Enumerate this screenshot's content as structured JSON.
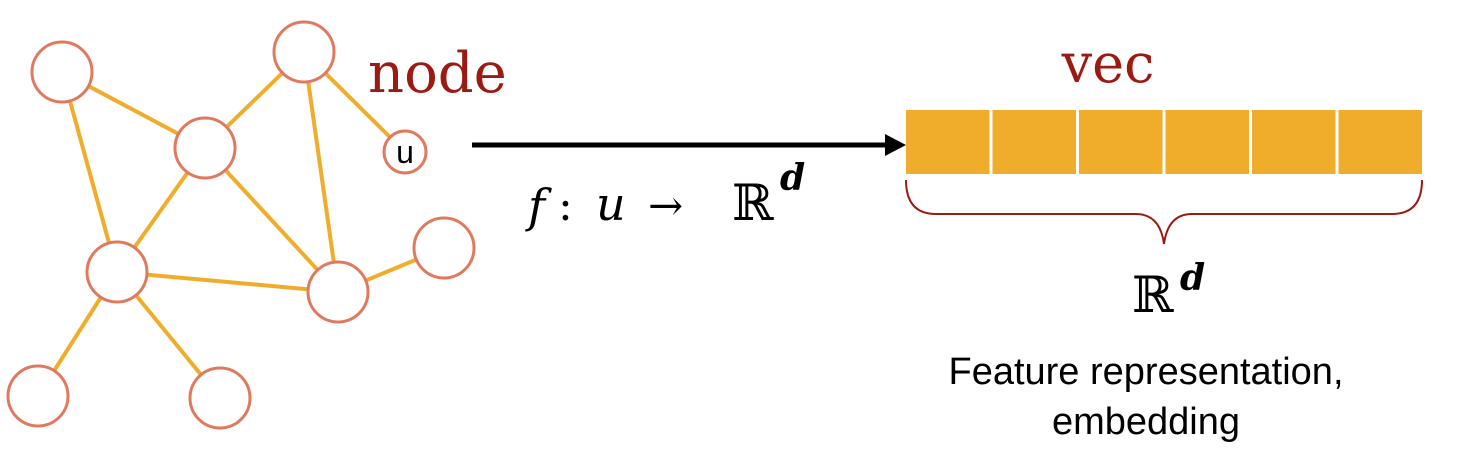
{
  "graph": {
    "node_label": "node",
    "target_node_text": "u",
    "colors": {
      "node_stroke": "#E07A5F",
      "node_fill": "#ffffff",
      "edge": "#EFAD2B",
      "accent_text": "#9B1B14"
    },
    "nodes": [
      {
        "id": "n1"
      },
      {
        "id": "n2"
      },
      {
        "id": "n3"
      },
      {
        "id": "n4"
      },
      {
        "id": "n5"
      },
      {
        "id": "n6"
      },
      {
        "id": "n7"
      },
      {
        "id": "n8"
      },
      {
        "id": "n9"
      }
    ],
    "edges": [
      [
        "n1",
        "n4"
      ],
      [
        "n1",
        "n3"
      ],
      [
        "n2",
        "n3"
      ],
      [
        "n2",
        "n6"
      ],
      [
        "n2",
        "u"
      ],
      [
        "n3",
        "n4"
      ],
      [
        "n3",
        "n6"
      ],
      [
        "n4",
        "n6"
      ],
      [
        "n4",
        "n8"
      ],
      [
        "n4",
        "n9"
      ],
      [
        "n6",
        "n7"
      ]
    ]
  },
  "mapping": {
    "f": "f",
    "colon": ":",
    "u": "u",
    "arrow": "→",
    "space": "ℝ",
    "exp": "d"
  },
  "vector": {
    "title": "vec",
    "cell_count": 6,
    "cell_color": "#EFAD2B",
    "space": "ℝ",
    "exp": "d",
    "caption_line1": "Feature representation,",
    "caption_line2": "embedding"
  }
}
